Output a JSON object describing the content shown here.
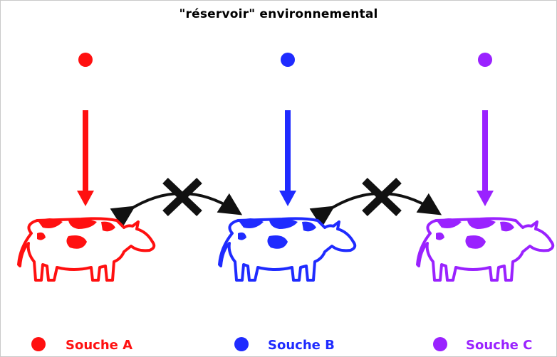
{
  "title": "\"réservoir\" environnemental",
  "colors": {
    "strain_a": "#ff1010",
    "strain_b": "#1f2bff",
    "strain_c": "#9a22ff",
    "arrow_dark": "#111111"
  },
  "strains": [
    {
      "key": "a",
      "label": "Souche A",
      "color": "#ff1010"
    },
    {
      "key": "b",
      "label": "Souche B",
      "color": "#1f2bff"
    },
    {
      "key": "c",
      "label": "Souche C",
      "color": "#9a22ff"
    }
  ],
  "icons": {
    "animal": "cow-icon",
    "blocked": "cross-icon",
    "transmission": "curved-double-arrow-icon"
  }
}
